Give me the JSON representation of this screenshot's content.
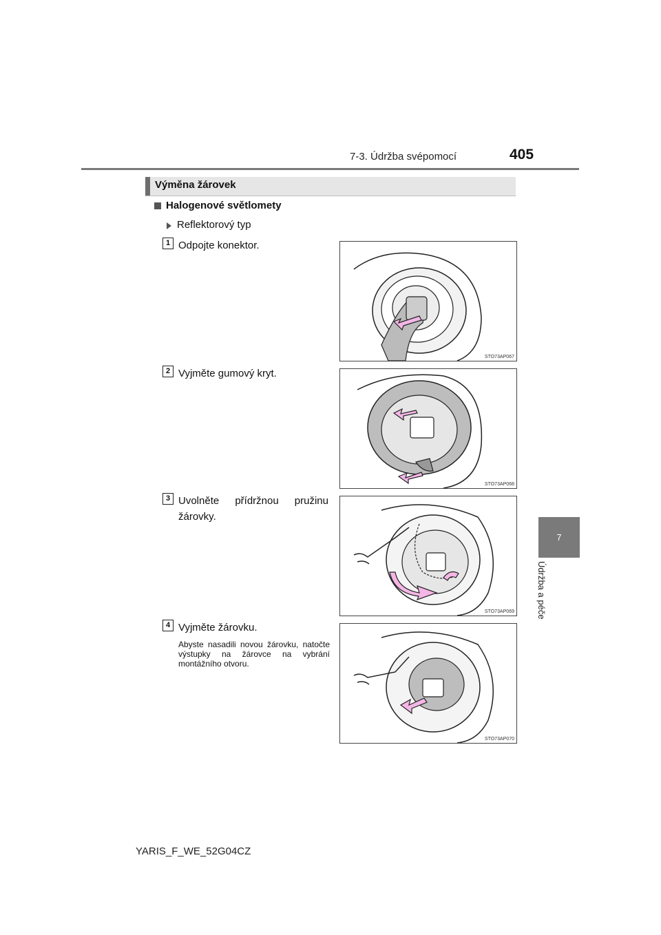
{
  "header": {
    "section": "7-3. Údržba svépomocí",
    "page_number": "405"
  },
  "side_tab": {
    "number": "7",
    "label": "Údržba a péče"
  },
  "section_title": "Výměna žárovek",
  "heading": "Halogenové světlomety",
  "subheading": "Reflektorový typ",
  "steps": [
    {
      "number": "1",
      "text": "Odpojte konektor.",
      "figure_code": "STO73AP067"
    },
    {
      "number": "2",
      "text": "Vyjměte gumový kryt.",
      "figure_code": "STO73AP068"
    },
    {
      "number": "3",
      "text": "Uvolněte přídržnou pružinu žárovky.",
      "figure_code": "STO73AP069"
    },
    {
      "number": "4",
      "text": "Vyjměte žárovku.",
      "note": "Abyste nasadili novou žárovku, natočte výstupky na žárovce na vybrání montážního otvoru.",
      "figure_code": "STO73AP070"
    }
  ],
  "footer": "YARIS_F_WE_52G04CZ",
  "colors": {
    "accent_gray": "#7a7a7a",
    "arrow_pink": "#f4b6e6"
  }
}
